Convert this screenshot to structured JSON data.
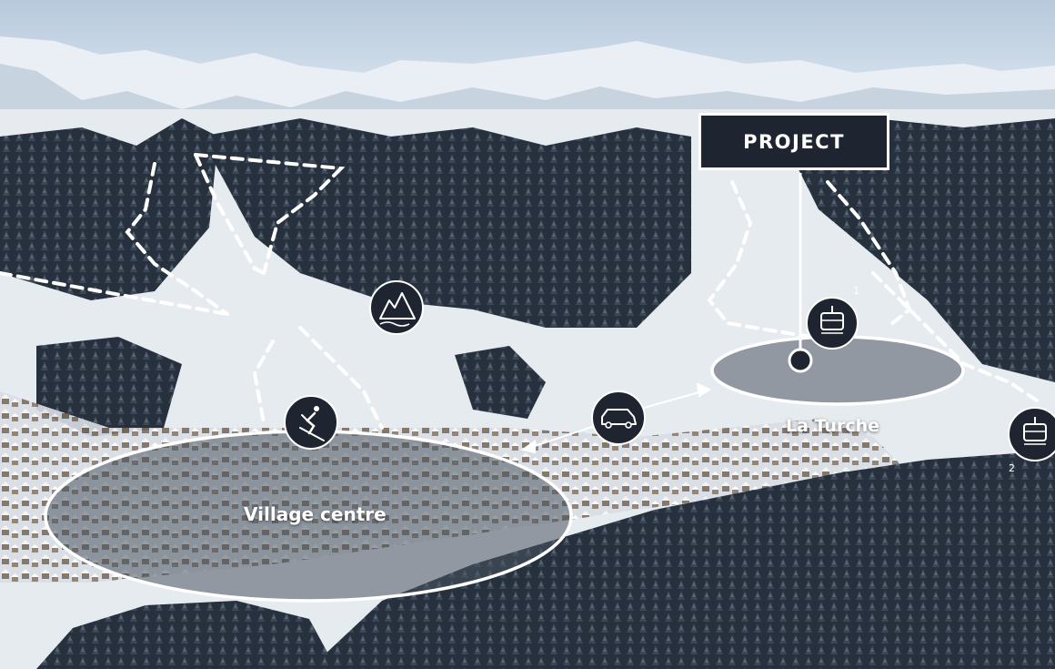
{
  "labels": {
    "project": "PROJECT",
    "village_centre": "Village centre",
    "la_turche": "La Turche",
    "lift1_number": "1",
    "lift2_number": "2"
  },
  "icons": [
    "mountain-icon",
    "skier-icon",
    "car-icon",
    "chairlift-icon"
  ],
  "colors": {
    "label_box": "#1f2530",
    "outline": "#ffffff",
    "icon_circle": "#1f2530",
    "sky": "#cfdce8",
    "forest": "#2f3a48",
    "snow": "#eef2f6"
  }
}
